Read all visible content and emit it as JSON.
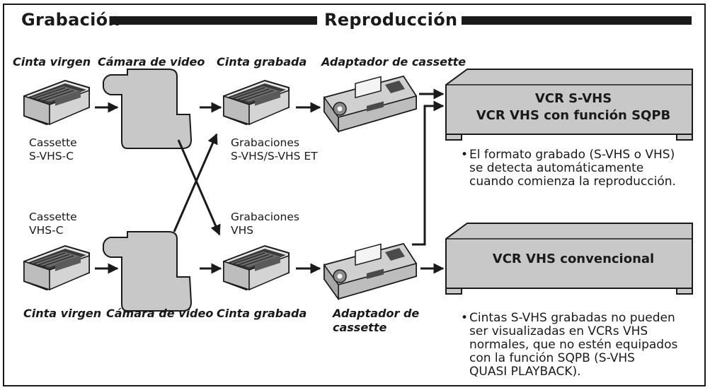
{
  "header": {
    "left": "Grabación",
    "right": "Reproducción"
  },
  "top_row": {
    "blank_tape_caption": "Cinta virgen",
    "camera_caption": "Cámara de video",
    "recorded_tape_caption": "Cinta grabada",
    "adapter_caption": "Adaptador de cassette",
    "cassette_label": [
      "Cassette",
      "S-VHS-C"
    ],
    "recordings_label": [
      "Grabaciones",
      "S-VHS/S-VHS ET"
    ]
  },
  "bottom_row": {
    "blank_tape_caption": "Cinta virgen",
    "camera_caption": "Cámara de video",
    "recorded_tape_caption": "Cinta grabada",
    "adapter_caption": [
      "Adaptador de",
      "cassette"
    ],
    "cassette_label": [
      "Cassette",
      "VHS-C"
    ],
    "recordings_label": [
      "Grabaciones",
      "VHS"
    ]
  },
  "vcr_top": {
    "line1": "VCR S-VHS",
    "line2": "VCR VHS con función SQPB"
  },
  "vcr_bottom": {
    "label": "VCR VHS convencional"
  },
  "notes": {
    "top": [
      "El formato grabado (S-VHS o VHS)",
      "se detecta automáticamente",
      "cuando comienza la reproducción."
    ],
    "bottom": [
      "Cintas S-VHS grabadas no pueden",
      "ser visualizadas en VCRs VHS",
      "normales, que no estén equipados",
      "con la función SQPB (S-VHS",
      "QUASI PLAYBACK)."
    ]
  },
  "colors": {
    "line": "#1a1a1a",
    "shape_fill": "#c8c8c8",
    "cassette_dark": "#3a3a3a",
    "background": "#ffffff"
  }
}
